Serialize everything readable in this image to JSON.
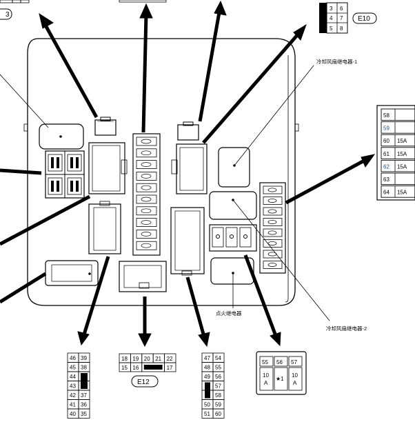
{
  "labels": {
    "cooling_fan_relay_1": "冷却风扇继电器-1",
    "cooling_fan_relay_2": "冷却风扇继电器-2",
    "ignition_relay": "点火继电器"
  },
  "connectors": {
    "e10": "E10",
    "e12": "E12",
    "partial_left": "3"
  },
  "e10_grid": {
    "row1": [
      "3",
      "6"
    ],
    "row2": [
      "4",
      "7"
    ],
    "row3": [
      "5",
      "8"
    ]
  },
  "fuse_table_right": [
    {
      "num": "58",
      "amp": ""
    },
    {
      "num": "59",
      "amp": ""
    },
    {
      "num": "60",
      "amp": "15A"
    },
    {
      "num": "61",
      "amp": "15A"
    },
    {
      "num": "62",
      "amp": "15A"
    },
    {
      "num": "63",
      "amp": ""
    },
    {
      "num": "64",
      "amp": "15A"
    }
  ],
  "bottom_left_grid": [
    [
      "46",
      "39"
    ],
    [
      "45",
      "38"
    ],
    [
      "44",
      ""
    ],
    [
      "43",
      ""
    ],
    [
      "42",
      "37"
    ],
    [
      "41",
      "36"
    ],
    [
      "40",
      "35"
    ]
  ],
  "bottom_center_grid": {
    "top": [
      "18",
      "19",
      "20",
      "21",
      "22"
    ],
    "bottom": [
      "15",
      "16",
      "",
      "17"
    ]
  },
  "bottom_right_grid": [
    [
      "47",
      "54"
    ],
    [
      "48",
      "55"
    ],
    [
      "49",
      "56"
    ],
    [
      "",
      "57"
    ],
    [
      "",
      "58"
    ],
    [
      "50",
      "59"
    ],
    [
      "51",
      "60"
    ]
  ],
  "relay_box": {
    "nums": [
      "55",
      "56",
      "57"
    ],
    "vals": [
      [
        "10",
        "A"
      ],
      [
        "★1",
        ""
      ],
      [
        "10",
        "A"
      ]
    ]
  },
  "colors": {
    "line": "#000000",
    "blue_text": "#1a4f8a"
  }
}
